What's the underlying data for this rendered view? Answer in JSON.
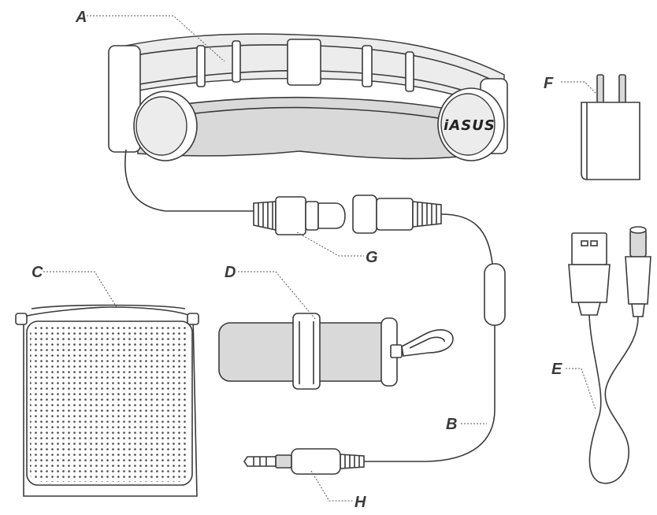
{
  "brand_logo": "iASUS",
  "labels": {
    "a": "A",
    "b": "B",
    "c": "C",
    "d": "D",
    "e": "E",
    "f": "F",
    "g": "G",
    "h": "H"
  },
  "colors": {
    "line": "#3a3a3a",
    "fill_gray": "#d9d9d9",
    "fill_light": "#ececec",
    "background": "#ffffff"
  }
}
